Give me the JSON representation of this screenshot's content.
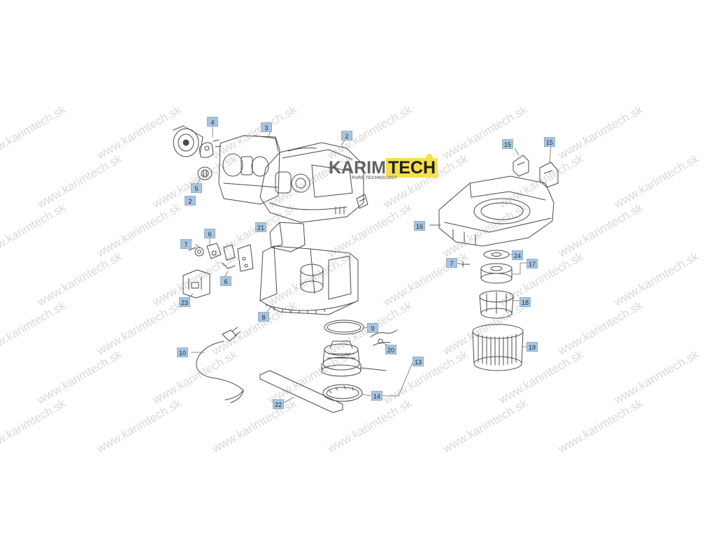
{
  "watermark": "www.karimtech.sk",
  "logo": {
    "name_part1": "KARIM",
    "name_part2": "TECH",
    "tagline": "PURE TECHNOLOGY"
  },
  "callouts": [
    "4",
    "3",
    "2",
    "5",
    "2",
    "21",
    "6",
    "7",
    "6",
    "23",
    "8",
    "9",
    "20",
    "13",
    "10",
    "14",
    "22",
    "15",
    "15",
    "16",
    "7",
    "24",
    "17",
    "18",
    "19"
  ],
  "colors": {
    "callout_fill": "#a9c4dc",
    "line_art": "#4a4a4a",
    "logo_yellow": "#f3e04d"
  }
}
